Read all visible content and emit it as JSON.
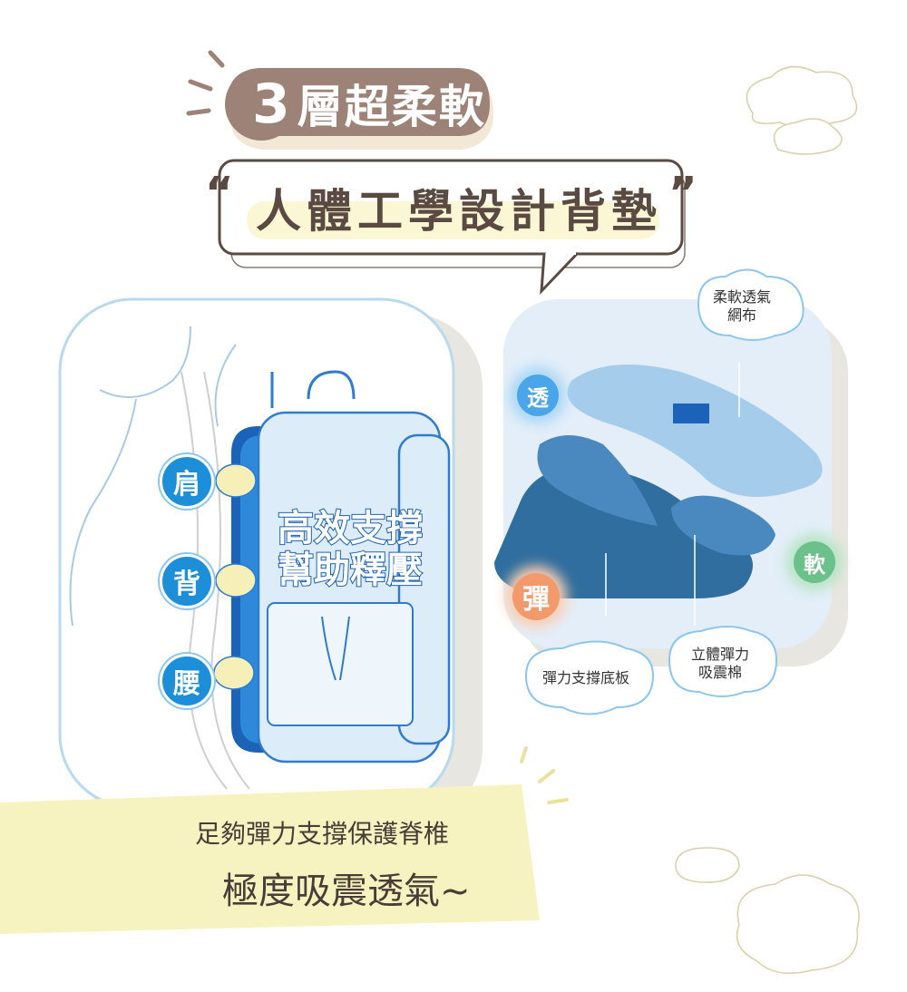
{
  "badge": {
    "number": "3",
    "text": "層超柔軟"
  },
  "title": {
    "open_quote": "“",
    "text": "人體工學設計背墊",
    "close_quote": "”"
  },
  "left_panel": {
    "spots": [
      "肩",
      "背",
      "腰"
    ],
    "slogan": [
      "高效支撐",
      "幫助釋壓"
    ]
  },
  "right_panel": {
    "features": [
      "透",
      "軟",
      "彈"
    ],
    "callouts": [
      {
        "lines": [
          "柔軟透氣",
          "網布"
        ]
      },
      {
        "lines": [
          "彈力支撐底板"
        ]
      },
      {
        "lines": [
          "立體彈力",
          "吸震棉"
        ]
      }
    ]
  },
  "banner": {
    "line1": "足夠彈力支撐保護脊椎",
    "line2": "極度吸震透氣~"
  },
  "colors": {
    "brown": "#9c8277",
    "dark_brown": "#5a4a42",
    "blue": "#1d8fd8",
    "yellow": "#f7f3c0",
    "light_blue": "#e3eef8"
  }
}
